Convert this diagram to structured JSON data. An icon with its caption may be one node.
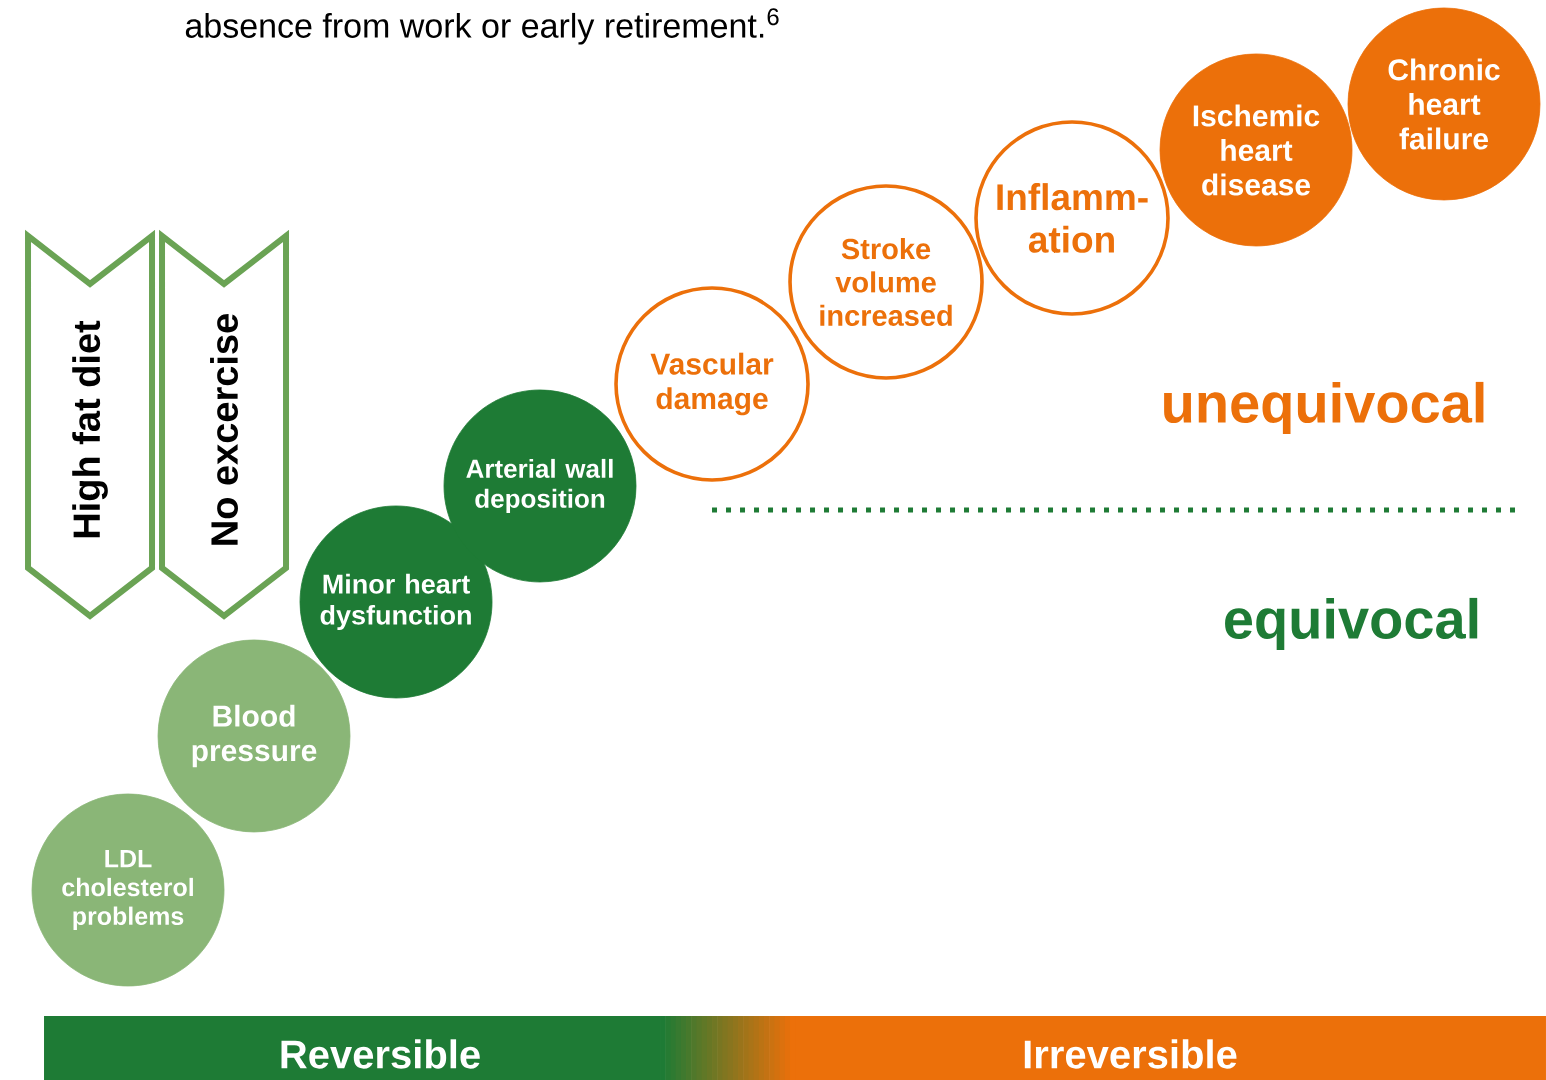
{
  "diagram": {
    "nodes": [
      {
        "text": [
          "High fat diet"
        ]
      },
      {
        "text": [
          "No excercise"
        ]
      },
      {
        "text": [
          "LDL cholesterol problems"
        ]
      },
      {
        "text": [
          "Blood pressure"
        ]
      },
      {
        "text": [
          "Minor heart dysfunction"
        ]
      },
      {
        "text": [
          "Arterial wall deposition"
        ]
      },
      {
        "text": [
          "Vascular damage"
        ]
      },
      {
        "text": [
          "Stroke volume increased"
        ]
      },
      {
        "text": [
          "Inflamm-ation"
        ]
      },
      {
        "text": [
          "Ischemic heart disease"
        ]
      },
      {
        "text": [
          "Chronic heart failure"
        ]
      },
      {
        "text": [
          "Reversible",
          "Irreversible"
        ]
      }
    ],
    "edges": [],
    "labels": [
      "absence from work or early retirement.$^{6}$",
      "unequivocal",
      "equivocal"
    ]
  }
}
